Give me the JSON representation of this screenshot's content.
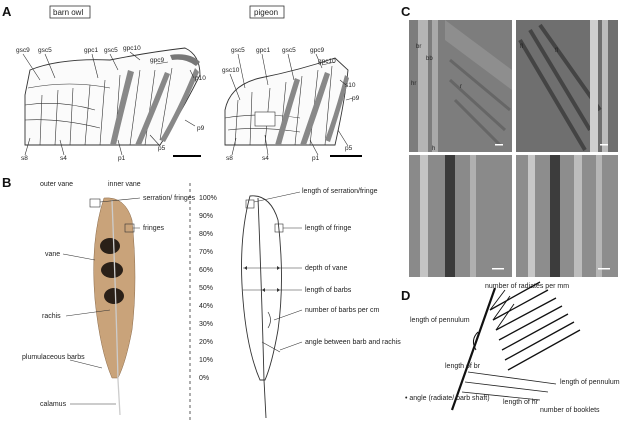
{
  "panels": {
    "a": "A",
    "b": "B",
    "c": "C",
    "d": "D"
  },
  "panel_a": {
    "barn_owl": "barn owl",
    "pigeon": "pigeon",
    "owl_labels": [
      "gsc9",
      "gsc5",
      "gpc1",
      "gsc5",
      "gpc10",
      "gpc9",
      "p10",
      "p9",
      "s8",
      "s4",
      "p1",
      "p5"
    ],
    "pigeon_labels": [
      "gsc5",
      "gpc1",
      "gsc5",
      "gpc9",
      "gpc10",
      "gsc10",
      "s10",
      "p9",
      "s8",
      "s4",
      "p1",
      "p5"
    ]
  },
  "panel_b": {
    "outer_vane": "outer vane",
    "inner_vane": "inner vane",
    "serration_fringes": "serration/ fringes",
    "fringes": "fringes",
    "vane": "vane",
    "rachis": "rachis",
    "plumulaceous_barbs": "plumulaceous barbs",
    "calamus": "calamus",
    "percent_ticks": [
      "100%",
      "90%",
      "80%",
      "70%",
      "60%",
      "50%",
      "40%",
      "30%",
      "20%",
      "10%",
      "0%"
    ],
    "measures": [
      "length of serration/fringe",
      "length of fringe",
      "depth of vane",
      "length of barbs",
      "number of barbs per cm",
      "angle between barb and rachis"
    ]
  },
  "panel_c": {
    "labels": [
      "br",
      "bb",
      "hr",
      "r",
      "h",
      "fl",
      "fl"
    ]
  },
  "panel_d": {
    "number_radiates": "number of radiates per mm",
    "length_pennulum_left": "length of pennulum",
    "length_br": "length of br",
    "length_hr": "length of hr",
    "length_pennulum_right": "length of pennulum",
    "number_booklets": "number of booklets",
    "angle": "• angle (radiate/ barb shaft)"
  }
}
